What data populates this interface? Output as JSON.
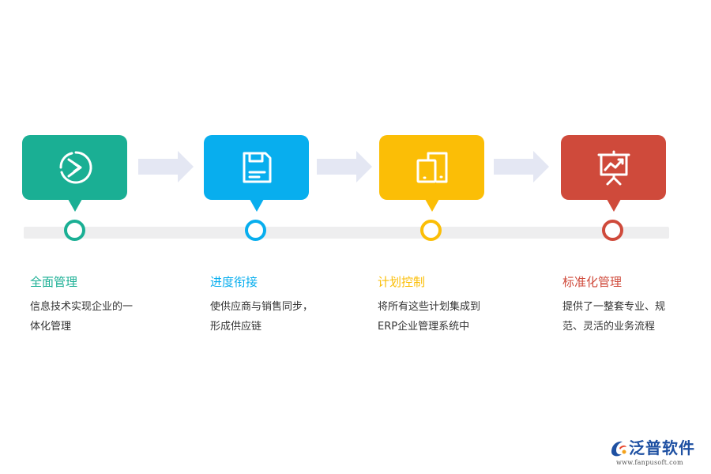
{
  "colors": {
    "step1": "#1aaf94",
    "step2": "#08aeee",
    "step3": "#fbbe06",
    "step4": "#cf4a3b",
    "arrow": "#e4e7f3",
    "track": "#eeeeef"
  },
  "steps": [
    {
      "title": "全面管理",
      "desc_lines": [
        "信息技术实现企业的一",
        "体化管理"
      ],
      "icon": "pie-chart-icon"
    },
    {
      "title": "进度衔接",
      "desc_lines": [
        "使供应商与销售同步，",
        "形成供应链"
      ],
      "icon": "floppy-disk-icon"
    },
    {
      "title": "计划控制",
      "desc_lines": [
        "将所有这些计划集成到",
        "ERP企业管理系统中"
      ],
      "icon": "devices-icon"
    },
    {
      "title": "标准化管理",
      "desc_lines": [
        "提供了一整套专业、规",
        "范、灵活的业务流程"
      ],
      "icon": "presentation-chart-icon"
    }
  ],
  "logo": {
    "name": "泛普软件",
    "url": "www.fanpusoft.com",
    "icon": "fanpu-logo-icon"
  }
}
